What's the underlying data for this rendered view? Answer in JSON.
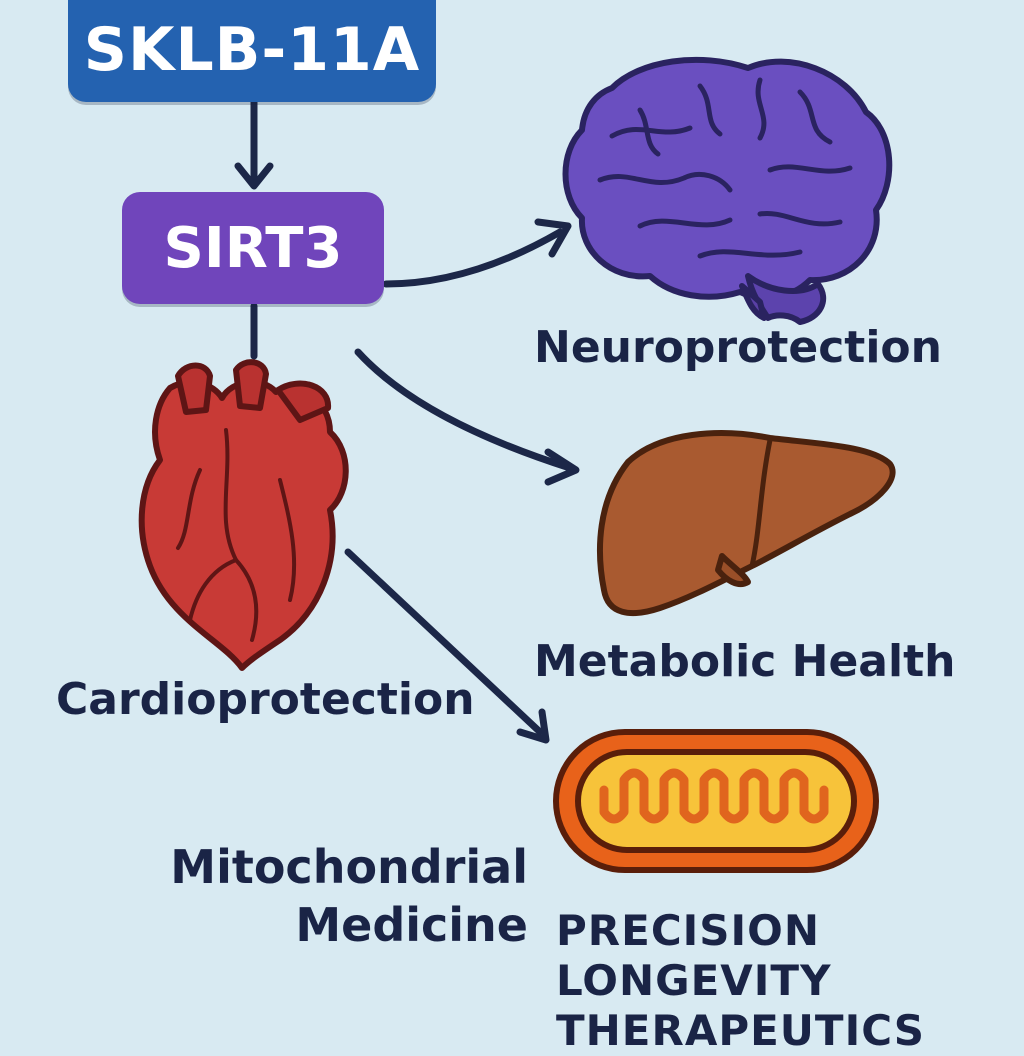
{
  "nodes": {
    "compound": "SKLB-11A",
    "target": "SIRT3"
  },
  "outcomes": {
    "neuro": "Neuroprotection",
    "metabolic": "Metabolic Health",
    "cardio": "Cardioprotection",
    "mito_line1": "Mitochondrial",
    "mito_line2": "Medicine"
  },
  "tagline": {
    "line1": "PRECISION",
    "line2": "LONGEVITY",
    "line3": "THERAPEUTICS"
  },
  "colors": {
    "background": "#d8eaf2",
    "compound_box": "#2462b0",
    "target_box": "#7045bb",
    "arrow": "#1c2748",
    "text": "#1a2446",
    "brain": "#6a4fc0",
    "heart": "#c83a36",
    "liver": "#a95a30",
    "mitochondrion_outer": "#e8621a",
    "mitochondrion_inner": "#f7c33a"
  },
  "icons": [
    "brain-icon",
    "heart-icon",
    "liver-icon",
    "mitochondrion-icon"
  ]
}
